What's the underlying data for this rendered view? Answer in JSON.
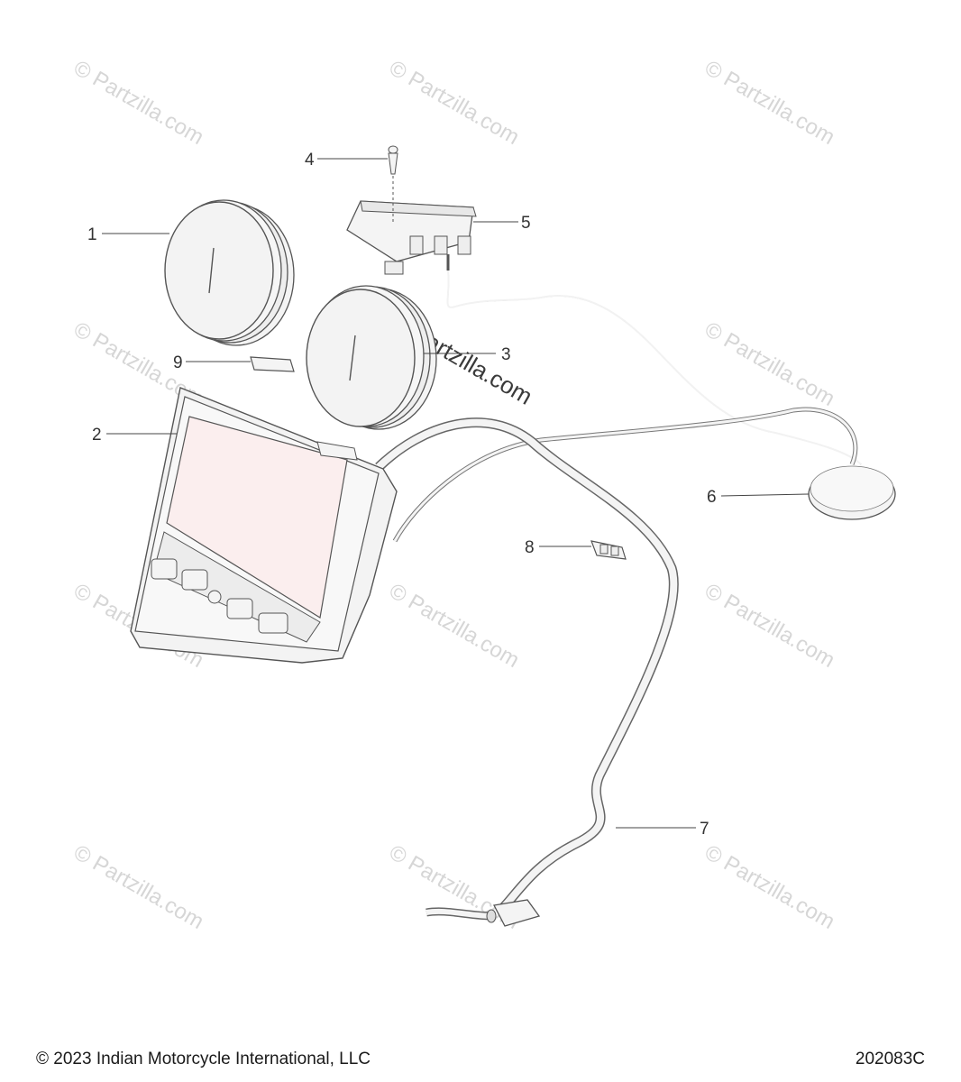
{
  "diagram": {
    "callouts": [
      {
        "number": "1"
      },
      {
        "number": "2"
      },
      {
        "number": "3"
      },
      {
        "number": "4"
      },
      {
        "number": "5"
      },
      {
        "number": "6"
      },
      {
        "number": "7"
      },
      {
        "number": "8"
      },
      {
        "number": "9"
      }
    ],
    "watermark_text": "© Partzilla.com"
  },
  "footer": {
    "copyright": "© 2023 Indian Motorcycle International, LLC",
    "drawing_number": "202083C"
  },
  "colors": {
    "line": "#555555",
    "fill_light": "#f4f4f4",
    "screen": "#fbeeee",
    "watermark": "#d6d6d6"
  }
}
